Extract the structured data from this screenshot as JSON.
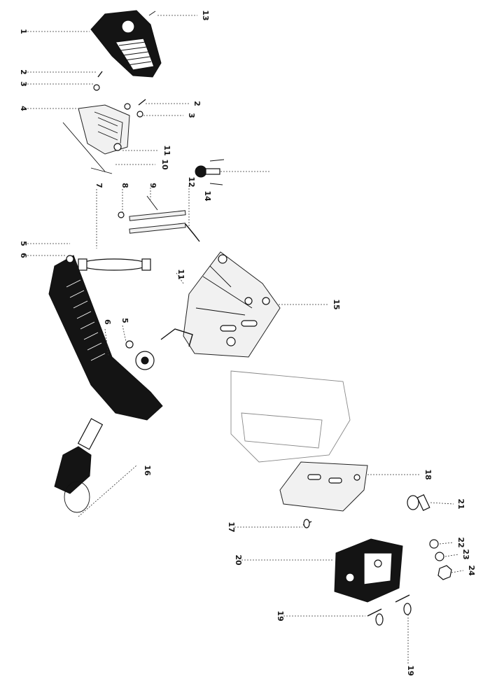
{
  "diagram": {
    "part_numbers": [
      "1",
      "2",
      "3",
      "4",
      "2",
      "3",
      "11",
      "10",
      "13",
      "14",
      "7",
      "8",
      "9",
      "12",
      "5",
      "6",
      "11",
      "15",
      "6",
      "5",
      "16",
      "18",
      "17",
      "21",
      "22",
      "23",
      "24",
      "20",
      "19",
      "19"
    ]
  },
  "colors": {
    "ink": "#111111",
    "paper": "#ffffff"
  }
}
